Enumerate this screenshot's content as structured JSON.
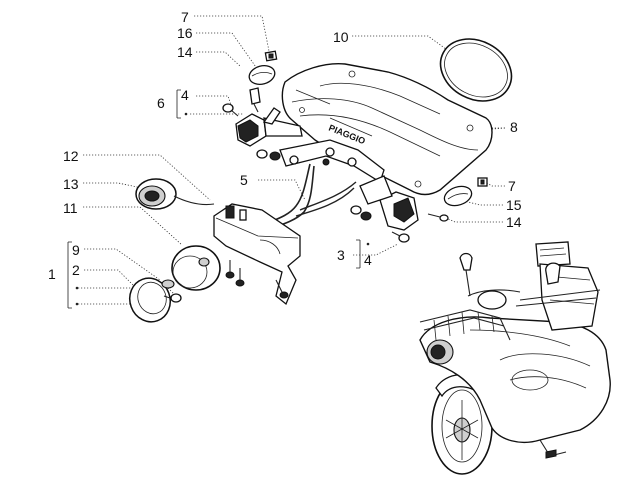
{
  "colors": {
    "line": "#222222",
    "background": "#ffffff"
  },
  "brand": {
    "plate_text": "PIAGGIO"
  },
  "callouts": [
    {
      "id": "c7a",
      "text": "7"
    },
    {
      "id": "c16",
      "text": "16"
    },
    {
      "id": "c14a",
      "text": "14"
    },
    {
      "id": "c10",
      "text": "10"
    },
    {
      "id": "c6",
      "text": "6"
    },
    {
      "id": "c4a",
      "text": "4"
    },
    {
      "id": "c8",
      "text": "8"
    },
    {
      "id": "c12",
      "text": "12"
    },
    {
      "id": "c5",
      "text": "5"
    },
    {
      "id": "c7b",
      "text": "7"
    },
    {
      "id": "c13",
      "text": "13"
    },
    {
      "id": "c15",
      "text": "15"
    },
    {
      "id": "c14b",
      "text": "14"
    },
    {
      "id": "c11",
      "text": "11"
    },
    {
      "id": "c3",
      "text": "3"
    },
    {
      "id": "c4b",
      "text": "4"
    },
    {
      "id": "c9",
      "text": "9"
    },
    {
      "id": "c2",
      "text": "2"
    },
    {
      "id": "c1",
      "text": "1"
    }
  ]
}
